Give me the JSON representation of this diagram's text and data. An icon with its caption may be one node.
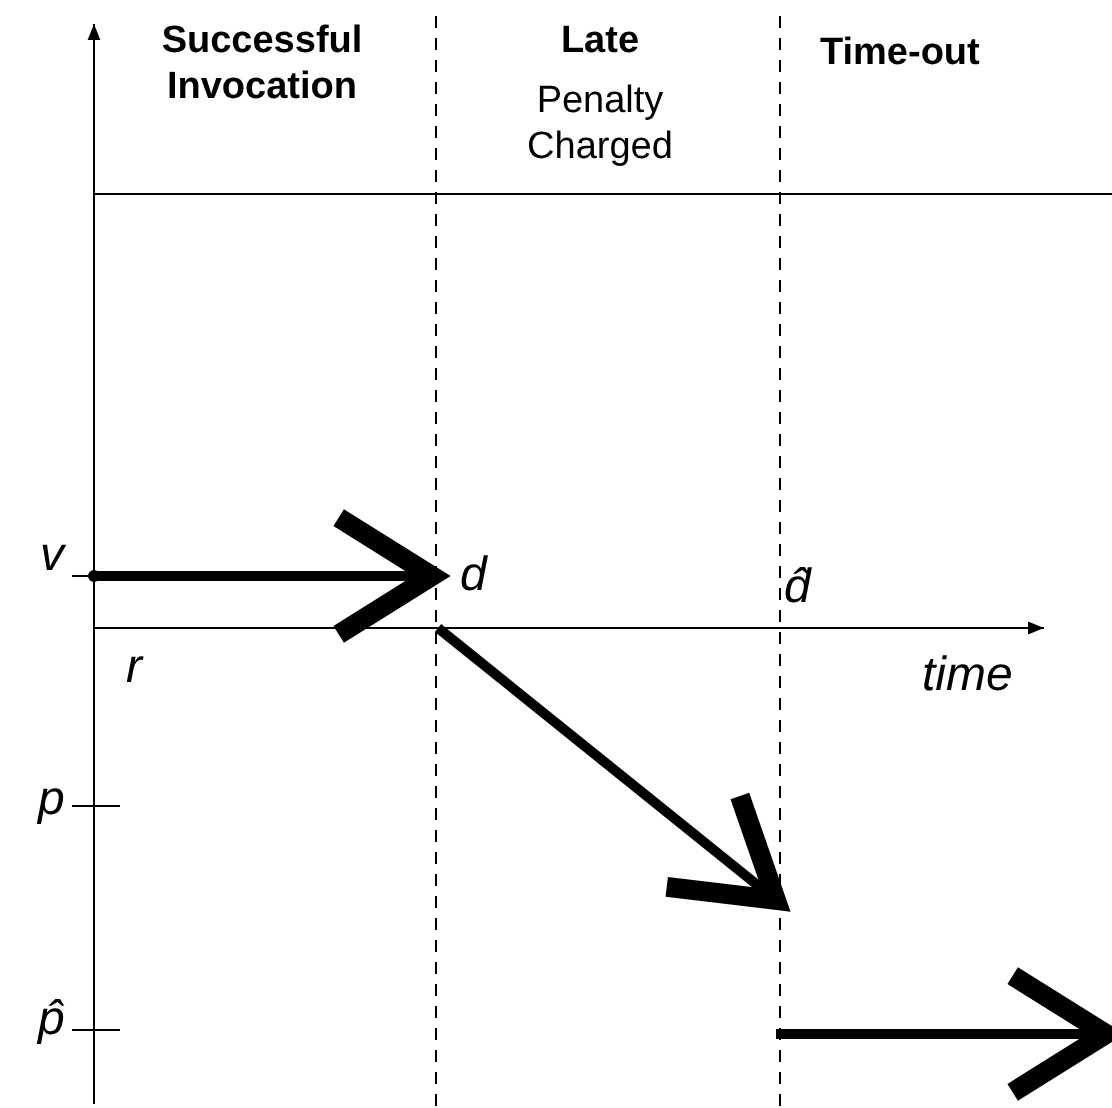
{
  "diagram": {
    "labels": [
      "Successful Invocation",
      "Late",
      "Penalty Charged",
      "Time-out",
      "v",
      "d",
      "d̂",
      "r",
      "time",
      "p",
      "p̂"
    ]
  }
}
